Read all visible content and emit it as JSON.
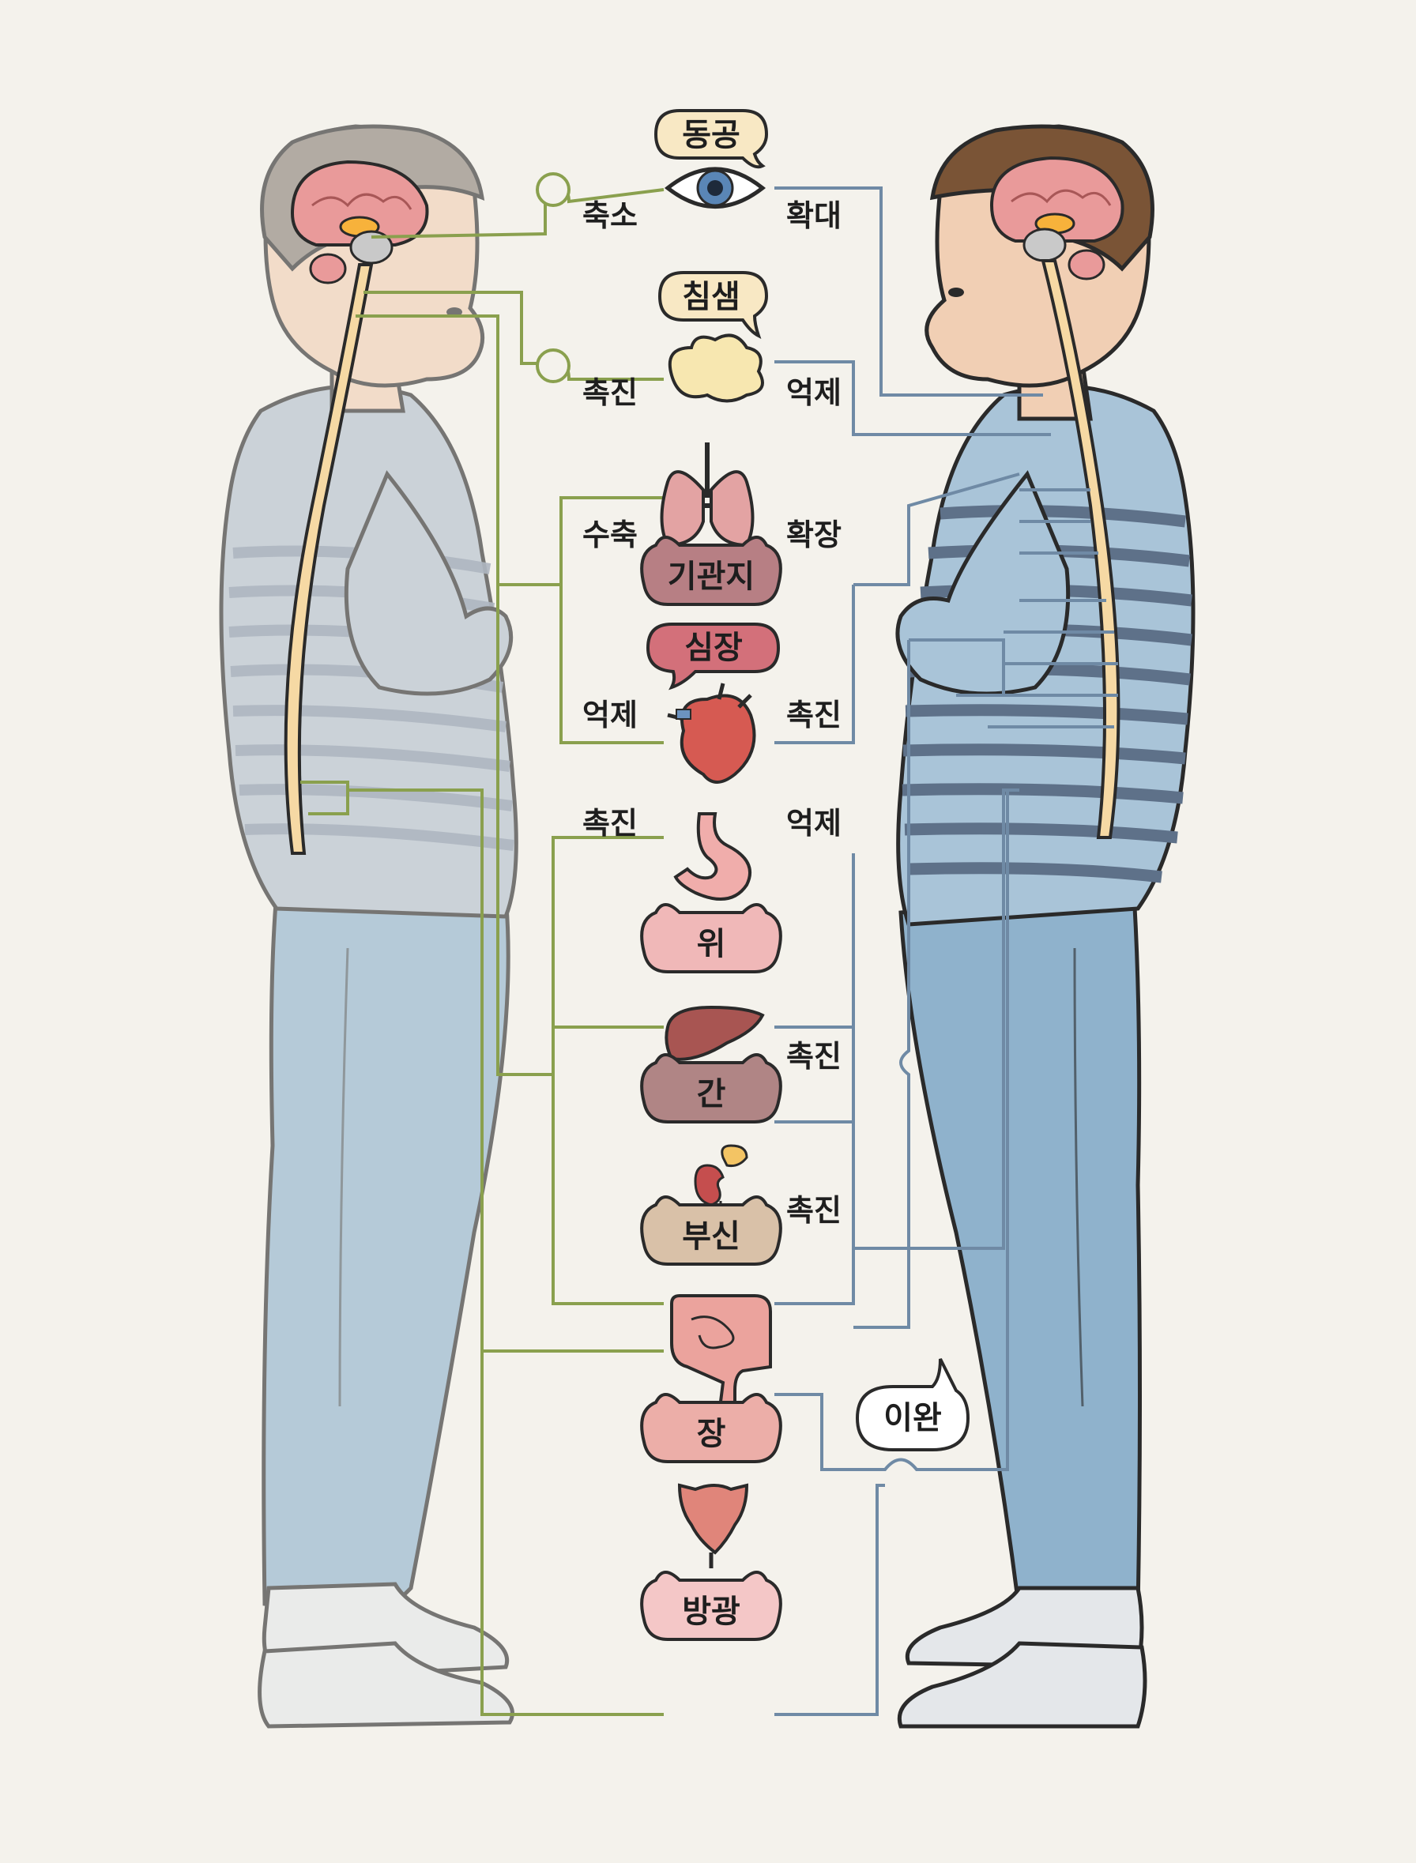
{
  "colors": {
    "parasympathetic_line": "#8aa04e",
    "sympathetic_line": "#6f8aa5",
    "background": "#f4f2ec",
    "outline": "#2a2a2a"
  },
  "bubbles": {
    "pupil": "동공",
    "saliva": "침샘",
    "bronchi": "기관지",
    "heart": "심장",
    "stomach": "위",
    "liver": "간",
    "adrenal": "부신",
    "intestine": "장",
    "bladder": "방광",
    "relax": "이완"
  },
  "left_labels": {
    "pupil": "축소",
    "saliva": "촉진",
    "bronchi": "수축",
    "heart": "억제",
    "stomach": "촉진"
  },
  "right_labels": {
    "pupil": "확대",
    "saliva": "억제",
    "bronchi": "확장",
    "heart": "촉진",
    "stomach": "억제",
    "liver": "촉진",
    "adrenal": "촉진"
  },
  "icons": {
    "eye": "eye-icon",
    "gland": "salivary-gland-icon",
    "lungs": "lungs-icon",
    "heart": "heart-icon",
    "stomach": "stomach-icon",
    "liver": "liver-icon",
    "kidney": "kidney-adrenal-icon",
    "intestine": "intestine-icon",
    "bladder": "bladder-icon"
  }
}
